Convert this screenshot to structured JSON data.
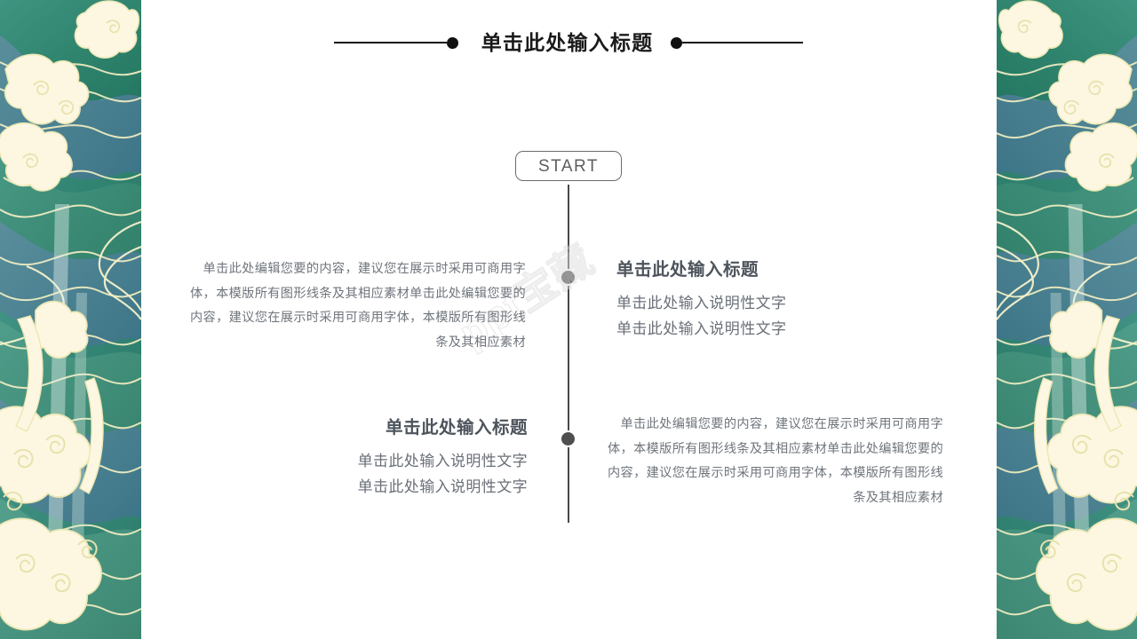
{
  "slide": {
    "background_color": "#ffffff",
    "header": {
      "title": "单击此处输入标题",
      "left_rule": "",
      "right_rule": "",
      "left_dot": "",
      "right_dot": ""
    },
    "start_button": {
      "label": "START"
    },
    "timeline": {
      "dot_1": "",
      "dot_2": ""
    },
    "blocks": {
      "left_top": {
        "paragraph": "单击此处编辑您要的内容，建议您在展示时采用可商用字体，本模版所有图形线条及其相应素材单击此处编辑您要的内容，建议您在展示时采用可商用字体，本模版所有图形线条及其相应素材"
      },
      "right_top": {
        "title": "单击此处输入标题",
        "line_1": "单击此处输入说明性文字",
        "line_2": "单击此处输入说明性文字"
      },
      "left_bottom": {
        "title": "单击此处输入标题",
        "line_1": "单击此处输入说明性文字",
        "line_2": "单击此处输入说明性文字"
      },
      "right_bottom": {
        "paragraph": "单击此处编辑您要的内容，建议您在展示时采用可商用字体，本模版所有图形线条及其相应素材单击此处编辑您要的内容，建议您在展示时采用可商用字体，本模版所有图形线条及其相应素材"
      }
    },
    "watermark": {
      "text": "ppt宝藏"
    },
    "artwork": {
      "left_name": "chinese-cloud-mountain-illustration",
      "right_name": "chinese-cloud-mountain-illustration",
      "colors": {
        "teal": "#4d8291",
        "teal_dark": "#3f7080",
        "green": "#2e8472",
        "green_light": "#4f9c88",
        "mint": "#bfe0d6",
        "cream": "#fdf6e0",
        "cream_line": "#ede9b9"
      }
    }
  }
}
